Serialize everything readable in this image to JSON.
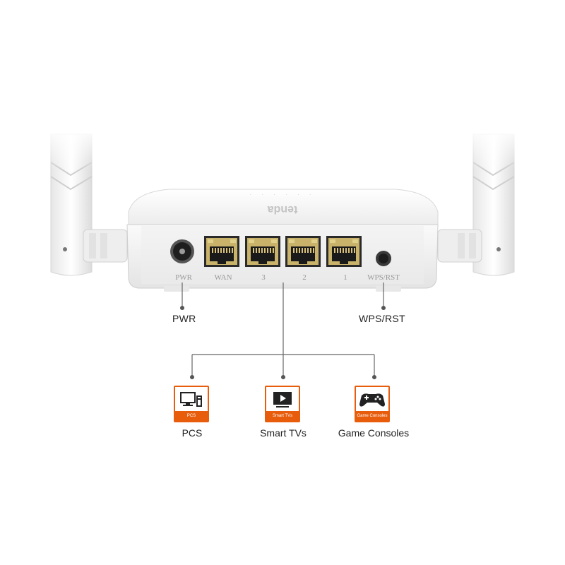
{
  "router": {
    "ports": [
      {
        "id": "pwr",
        "label": "PWR"
      },
      {
        "id": "wan",
        "label": "WAN"
      },
      {
        "id": "lan3",
        "label": "3"
      },
      {
        "id": "lan2",
        "label": "2"
      },
      {
        "id": "lan1",
        "label": "1"
      },
      {
        "id": "wps",
        "label": "WPS/RST"
      }
    ]
  },
  "callouts": {
    "pwr": "PWR",
    "wps": "WPS/RST"
  },
  "devices": [
    {
      "id": "pcs",
      "badge": "PCS",
      "label": "PCS",
      "icon": "pc-icon"
    },
    {
      "id": "tvs",
      "badge": "Smart TVs",
      "label": "Smart TVs",
      "icon": "tv-icon"
    },
    {
      "id": "consoles",
      "badge": "Game Consoles",
      "label": "Game Consoles",
      "icon": "gamepad-icon"
    }
  ],
  "colors": {
    "accent": "#e85d0c",
    "port_metal": "#c9b36a",
    "router_body": "#f2f2f2"
  }
}
